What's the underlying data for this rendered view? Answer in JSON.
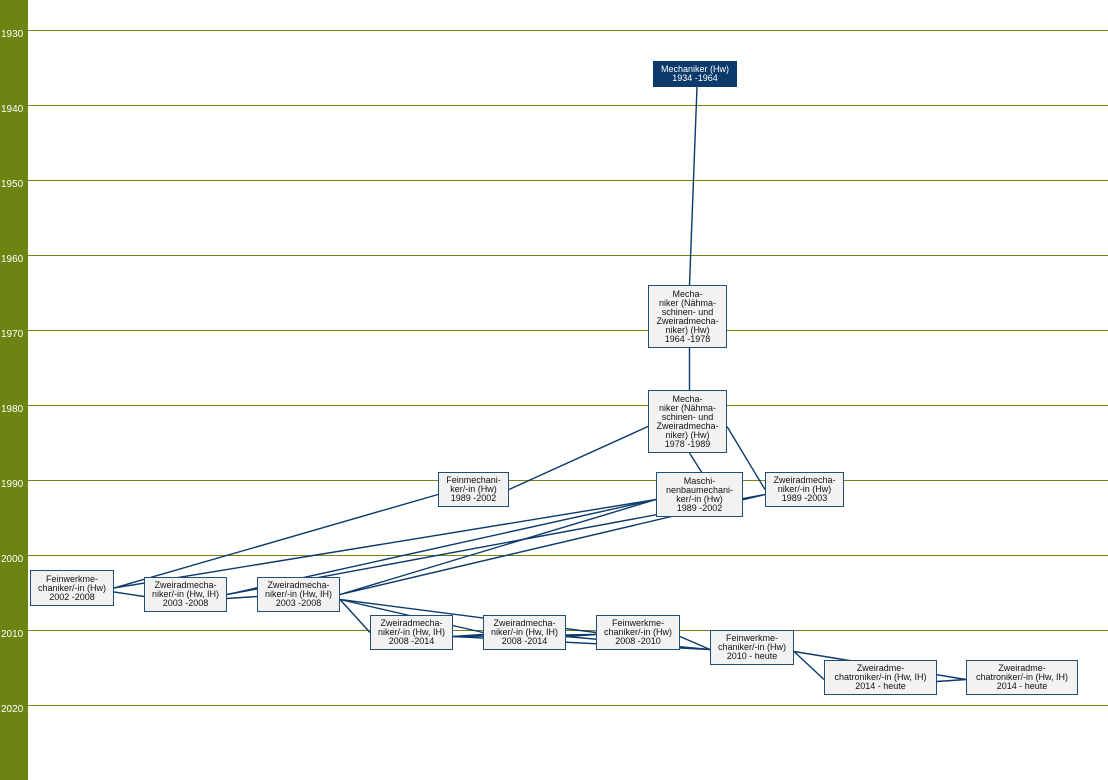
{
  "colors": {
    "axis_bar": "#6b8412",
    "grid": "#7b7f1a",
    "edge": "#0b3a6b",
    "node_fill": "#f2f2f2",
    "node_border": "#1f4e79",
    "highlight_fill": "#0b3a6b"
  },
  "years": [
    "1930",
    "1940",
    "1950",
    "1960",
    "1970",
    "1980",
    "1990",
    "2000",
    "2010",
    "2020"
  ],
  "nodes": [
    {
      "id": "n1",
      "highlight": true,
      "lines": [
        "Mechaniker (Hw)",
        "1934 -1964"
      ]
    },
    {
      "id": "n2",
      "lines": [
        "Mecha-",
        "niker (Nähma-",
        "schinen- und",
        "Zweiradmecha-",
        "niker) (Hw)",
        "1964 -1978"
      ]
    },
    {
      "id": "n3",
      "lines": [
        "Mecha-",
        "niker (Nähma-",
        "schinen- und",
        "Zweiradmecha-",
        "niker) (Hw)",
        "1978 -1989"
      ]
    },
    {
      "id": "n4",
      "lines": [
        "Feinmechani-",
        "ker/-in (Hw)",
        "1989 -2002"
      ]
    },
    {
      "id": "n5",
      "lines": [
        "Maschi-",
        "nenbaumechani-",
        "ker/-in (Hw)",
        "1989 -2002"
      ]
    },
    {
      "id": "n6",
      "lines": [
        "Zweiradmecha-",
        "niker/-in (Hw)",
        "1989 -2003"
      ]
    },
    {
      "id": "n7",
      "lines": [
        "Feinwerkme-",
        "chaniker/-in (Hw)",
        "2002 -2008"
      ]
    },
    {
      "id": "n8",
      "lines": [
        "Zweiradmecha-",
        "niker/-in (Hw, IH)",
        "2003 -2008"
      ]
    },
    {
      "id": "n9",
      "lines": [
        "Zweiradmecha-",
        "niker/-in (Hw, IH)",
        "2003 -2008"
      ]
    },
    {
      "id": "n10",
      "lines": [
        "Zweiradmecha-",
        "niker/-in (Hw, IH)",
        "2008 -2014"
      ]
    },
    {
      "id": "n11",
      "lines": [
        "Zweiradmecha-",
        "niker/-in (Hw, IH)",
        "2008 -2014"
      ]
    },
    {
      "id": "n12",
      "lines": [
        "Feinwerkme-",
        "chaniker/-in (Hw)",
        "2008 -2010"
      ]
    },
    {
      "id": "n13",
      "lines": [
        "Feinwerkme-",
        "chaniker/-in (Hw)",
        "2010 - heute"
      ]
    },
    {
      "id": "n14",
      "lines": [
        "Zweiradme-",
        "chatroniker/-in (Hw, IH)",
        "2014 - heute"
      ]
    },
    {
      "id": "n15",
      "lines": [
        "Zweiradme-",
        "chatroniker/-in (Hw, IH)",
        "2014 - heute"
      ]
    }
  ],
  "edges": [
    [
      "n1",
      "n2"
    ],
    [
      "n2",
      "n3"
    ],
    [
      "n3",
      "n4"
    ],
    [
      "n3",
      "n5"
    ],
    [
      "n3",
      "n6"
    ],
    [
      "n4",
      "n7"
    ],
    [
      "n5",
      "n7"
    ],
    [
      "n5",
      "n8"
    ],
    [
      "n5",
      "n9"
    ],
    [
      "n6",
      "n8"
    ],
    [
      "n6",
      "n9"
    ],
    [
      "n7",
      "n8"
    ],
    [
      "n8",
      "n9"
    ],
    [
      "n9",
      "n10"
    ],
    [
      "n9",
      "n11"
    ],
    [
      "n9",
      "n12"
    ],
    [
      "n10",
      "n11"
    ],
    [
      "n10",
      "n12"
    ],
    [
      "n10",
      "n13"
    ],
    [
      "n11",
      "n12"
    ],
    [
      "n11",
      "n13"
    ],
    [
      "n12",
      "n13"
    ],
    [
      "n13",
      "n14"
    ],
    [
      "n13",
      "n15"
    ],
    [
      "n14",
      "n15"
    ]
  ]
}
